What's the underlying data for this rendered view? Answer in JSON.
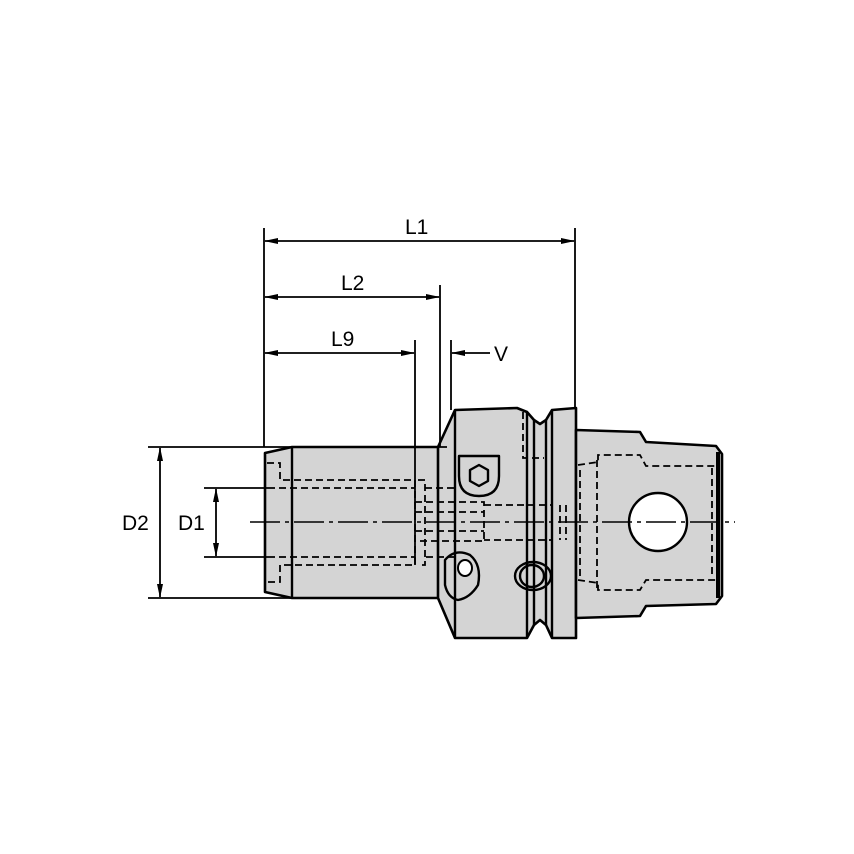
{
  "drawing": {
    "type": "technical-drawing",
    "subject": "tool holder adapter side view",
    "colors": {
      "background": "#ffffff",
      "body_fill": "#d4d4d4",
      "line": "#000000"
    },
    "dimensions": {
      "L1": "L1",
      "L2": "L2",
      "L9": "L9",
      "V": "V",
      "D1": "D1",
      "D2": "D2"
    }
  }
}
